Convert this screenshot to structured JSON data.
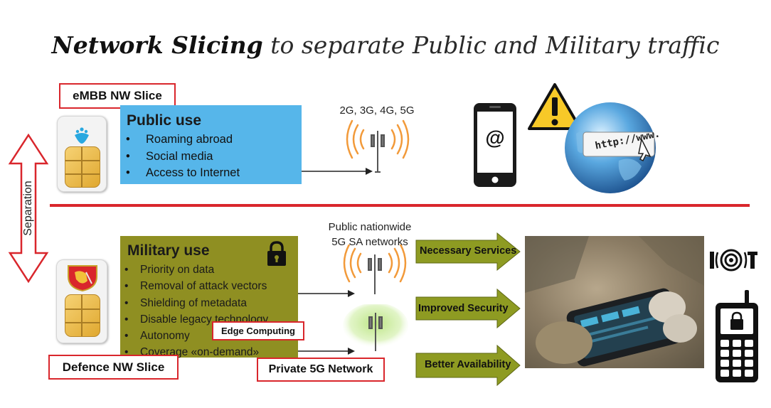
{
  "title": {
    "bold": "Network Slicing",
    "rest": " to separate Public and Military traffic"
  },
  "separation_label": "Separation",
  "embb": {
    "label": "eMBB NW Slice",
    "heading": "Public use",
    "items": [
      "Roaming abroad",
      "Social media",
      "Access to Internet"
    ],
    "networks_caption": "2G, 3G, 4G, 5G",
    "url_text": "http://www."
  },
  "defence": {
    "label": "Defence NW Slice",
    "heading": "Military use",
    "items": [
      "Priority on data",
      "Removal of attack vectors",
      "Shielding of metadata",
      "Disable legacy technology",
      "Autonomy",
      "Coverage «on-demand»"
    ],
    "edge_label": "Edge Computing",
    "public_caption_line1": "Public nationwide",
    "public_caption_line2": "5G SA networks",
    "private_label": "Private 5G Network",
    "benefits": [
      "Necessary Services",
      "Improved Security",
      "Better Availability"
    ]
  },
  "phone_symbol": "@",
  "colors": {
    "public_box": "#56b6ea",
    "military_box": "#8f8f22",
    "red": "#d9262c",
    "green_arrow": "#8e9b22",
    "antenna_waves": "#f29a3a"
  }
}
